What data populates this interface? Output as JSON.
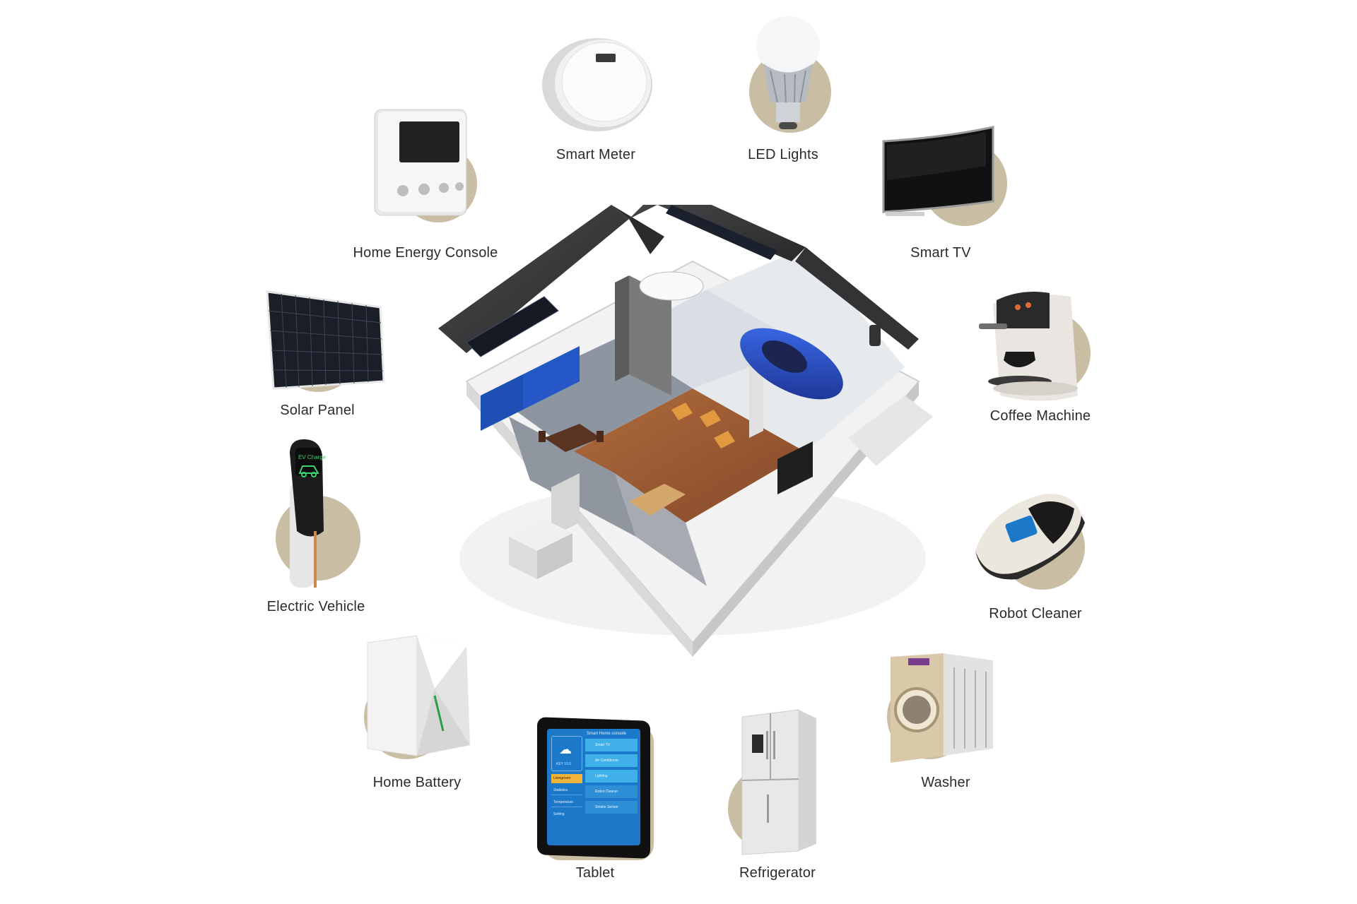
{
  "diagram": {
    "center": {
      "icon": "smart-home-cutaway-house-icon"
    },
    "devices": [
      {
        "id": "smart-meter",
        "label": "Smart Meter",
        "icon": "smart-meter-icon"
      },
      {
        "id": "led-lights",
        "label": "LED Lights",
        "icon": "led-bulb-icon"
      },
      {
        "id": "home-energy-console",
        "label": "Home Energy Console",
        "icon": "energy-console-icon"
      },
      {
        "id": "smart-tv",
        "label": "Smart TV",
        "icon": "tv-icon"
      },
      {
        "id": "solar-panel",
        "label": "Solar Panel",
        "icon": "solar-panel-icon"
      },
      {
        "id": "coffee-machine",
        "label": "Coffee Machine",
        "icon": "coffee-machine-icon"
      },
      {
        "id": "electric-vehicle",
        "label": "Electric Vehicle",
        "icon": "ev-charger-icon",
        "screen_text": "EV Charge"
      },
      {
        "id": "robot-cleaner",
        "label": "Robot Cleaner",
        "icon": "robot-vacuum-icon"
      },
      {
        "id": "home-battery",
        "label": "Home Battery",
        "icon": "home-battery-icon"
      },
      {
        "id": "washer",
        "label": "Washer",
        "icon": "washing-machine-icon"
      },
      {
        "id": "tablet",
        "label": "Tablet",
        "icon": "tablet-icon",
        "screen": {
          "title": "Smart Home console",
          "weather_caption": "KEY 10.5",
          "menu": [
            "Livingroom",
            "Statistics",
            "Temperature",
            "Setting"
          ],
          "rows": [
            "Smart TV",
            "Air Conditioner",
            "Lighting",
            "Robot Cleaner",
            "Smoke Sensor"
          ]
        }
      },
      {
        "id": "refrigerator",
        "label": "Refrigerator",
        "icon": "refrigerator-icon"
      }
    ]
  },
  "colors": {
    "background": "#ffffff",
    "accent_disc": "#c9bda3",
    "roof": "#3a3a3c",
    "floor_wood": "#9a5a33",
    "label_text": "#2b2b2b",
    "ev_green": "#3bd16f",
    "tablet_blue": "#1c78c9"
  }
}
